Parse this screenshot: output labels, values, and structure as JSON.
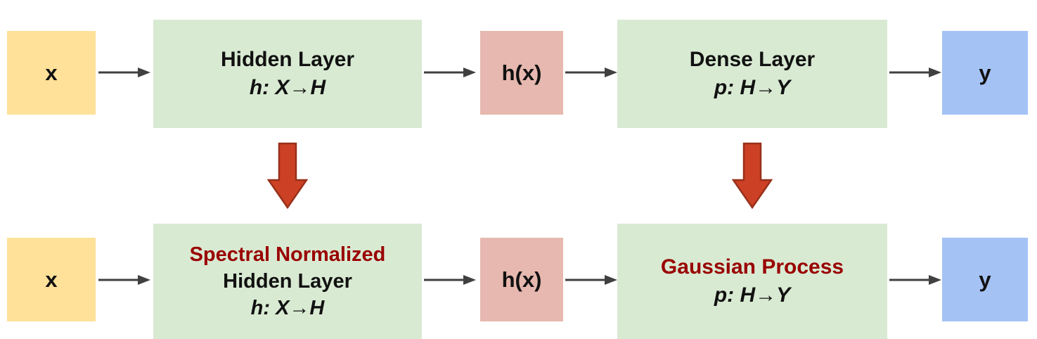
{
  "colors": {
    "input_box": "#ffe199",
    "layer_box": "#d9ead3",
    "intermediate_box": "#e6b8af",
    "output_box": "#a4c2f4",
    "highlight_text": "#990000",
    "flow_arrow": "#404040",
    "transform_arrow_fill": "#cc4125",
    "transform_arrow_border": "#98301a"
  },
  "top_row": {
    "input_label": "x",
    "hidden_layer": {
      "title": "Hidden Layer",
      "mapping": "h: X→H"
    },
    "intermediate_label": "h(x)",
    "dense_layer": {
      "title": "Dense Layer",
      "mapping": "p: H→Y"
    },
    "output_label": "y"
  },
  "bottom_row": {
    "input_label": "x",
    "hidden_layer": {
      "highlight": "Spectral Normalized",
      "title": "Hidden Layer",
      "mapping": "h: X→H"
    },
    "intermediate_label": "h(x)",
    "gp_layer": {
      "highlight": "Gaussian Process",
      "mapping": "p: H→Y"
    },
    "output_label": "y"
  }
}
